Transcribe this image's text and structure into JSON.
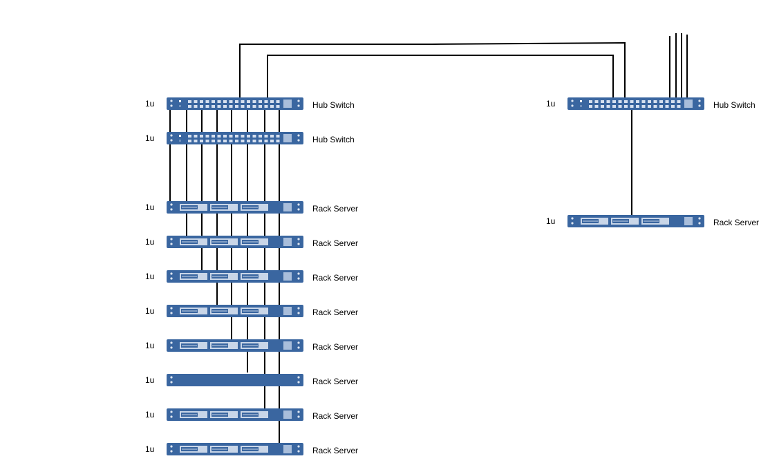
{
  "colors": {
    "device": "#3a66a0",
    "port": "#d6e0ef",
    "bay": "#c9d6e8",
    "cable": "#000000"
  },
  "devices": [
    {
      "id": "L1",
      "type": "switch",
      "unit": "1u",
      "label": "Hub Switch"
    },
    {
      "id": "L2",
      "type": "switch",
      "unit": "1u",
      "label": "Hub Switch"
    },
    {
      "id": "L3",
      "type": "server",
      "unit": "1u",
      "label": "Rack Server"
    },
    {
      "id": "L4",
      "type": "server",
      "unit": "1u",
      "label": "Rack Server"
    },
    {
      "id": "L5",
      "type": "server",
      "unit": "1u",
      "label": "Rack Server"
    },
    {
      "id": "L6",
      "type": "server",
      "unit": "1u",
      "label": "Rack Server"
    },
    {
      "id": "L7",
      "type": "server",
      "unit": "1u",
      "label": "Rack Server"
    },
    {
      "id": "L8",
      "type": "blank-server",
      "unit": "1u",
      "label": "Rack Server"
    },
    {
      "id": "L9",
      "type": "server",
      "unit": "1u",
      "label": "Rack Server"
    },
    {
      "id": "L10",
      "type": "server",
      "unit": "1u",
      "label": "Rack Server"
    },
    {
      "id": "R1",
      "type": "switch",
      "unit": "1u",
      "label": "Hub Switch"
    },
    {
      "id": "R2",
      "type": "server",
      "unit": "1u",
      "label": "Rack Server"
    }
  ]
}
